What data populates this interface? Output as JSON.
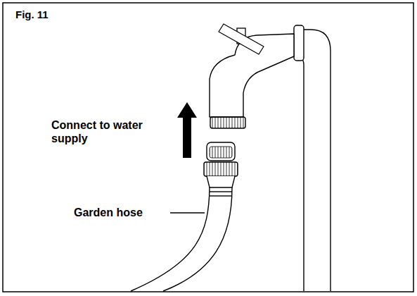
{
  "diagram": {
    "title": "Fig. 11",
    "labels": [
      "Connect to water supply",
      "Garden hose"
    ]
  }
}
